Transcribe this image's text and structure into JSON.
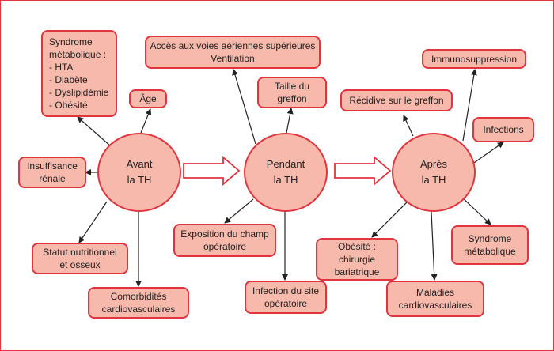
{
  "nodes": {
    "avant": [
      "Avant",
      "la TH"
    ],
    "pendant": [
      "Pendant",
      "la TH"
    ],
    "apres": [
      "Après",
      "la TH"
    ]
  },
  "boxes": {
    "syndrome_meta_avant": [
      "Syndrome",
      "métabolique :",
      "- HTA",
      "- Diabète",
      "- Dyslipidémie",
      "- Obésité"
    ],
    "age": [
      "Âge"
    ],
    "insuffisance_renale": [
      "Insuffisance",
      "rénale"
    ],
    "statut_nutritionnel": [
      "Statut nutritionnel",
      "et osseux"
    ],
    "comorbidites": [
      "Comorbidités",
      "cardiovasculaires"
    ],
    "voies_aeriennes": [
      "Accès aux voies aériennes supérieures",
      "Ventilation"
    ],
    "taille_greffon": [
      "Taille du",
      "greffon"
    ],
    "exposition": [
      "Exposition du champ",
      "opératoire"
    ],
    "infection_site": [
      "Infection du site",
      "opératoire"
    ],
    "immunosuppression": [
      "Immunosuppression"
    ],
    "recidive": [
      "Récidive sur le greffon"
    ],
    "infections": [
      "Infections"
    ],
    "obesite_chirurgie": [
      "Obésité :",
      "chirurgie",
      "bariatrique"
    ],
    "maladies_cv": [
      "Maladies",
      "cardiovasculaires"
    ],
    "syndrome_meta_apres": [
      "Syndrome",
      "métabolique"
    ]
  },
  "colors": {
    "fill": "#f6b9ab",
    "stroke": "#e0343f",
    "arrow": "#222222"
  }
}
